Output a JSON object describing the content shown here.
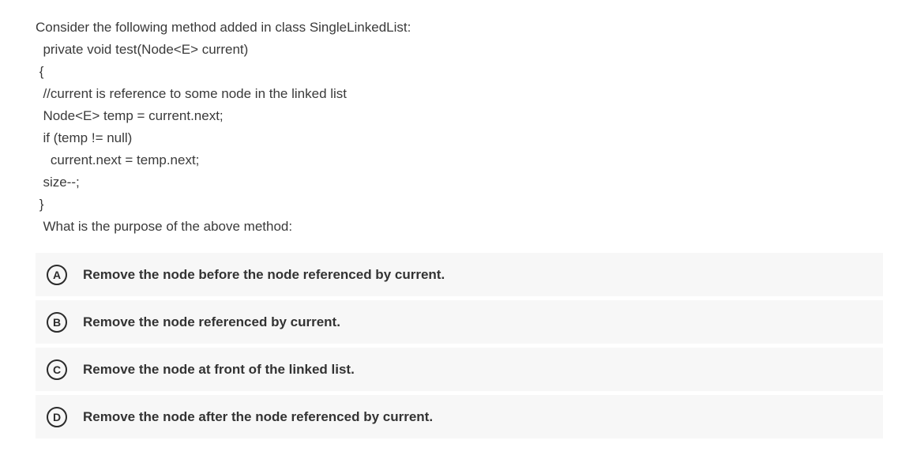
{
  "question": {
    "lines": [
      "Consider the following method added in class SingleLinkedList:",
      "  private void test(Node<E> current)",
      " {",
      "  //current is reference to some node in the linked list",
      "  Node<E> temp = current.next;",
      "  if (temp != null)",
      "    current.next = temp.next;",
      "  size--;",
      " }",
      "  What is the purpose of the above method:"
    ]
  },
  "options": [
    {
      "letter": "A",
      "text": "Remove the node before the node referenced by current."
    },
    {
      "letter": "B",
      "text": "Remove the node referenced by current."
    },
    {
      "letter": "C",
      "text": "Remove the node at front of the linked list."
    },
    {
      "letter": "D",
      "text": "Remove the node after the node referenced by current."
    }
  ]
}
